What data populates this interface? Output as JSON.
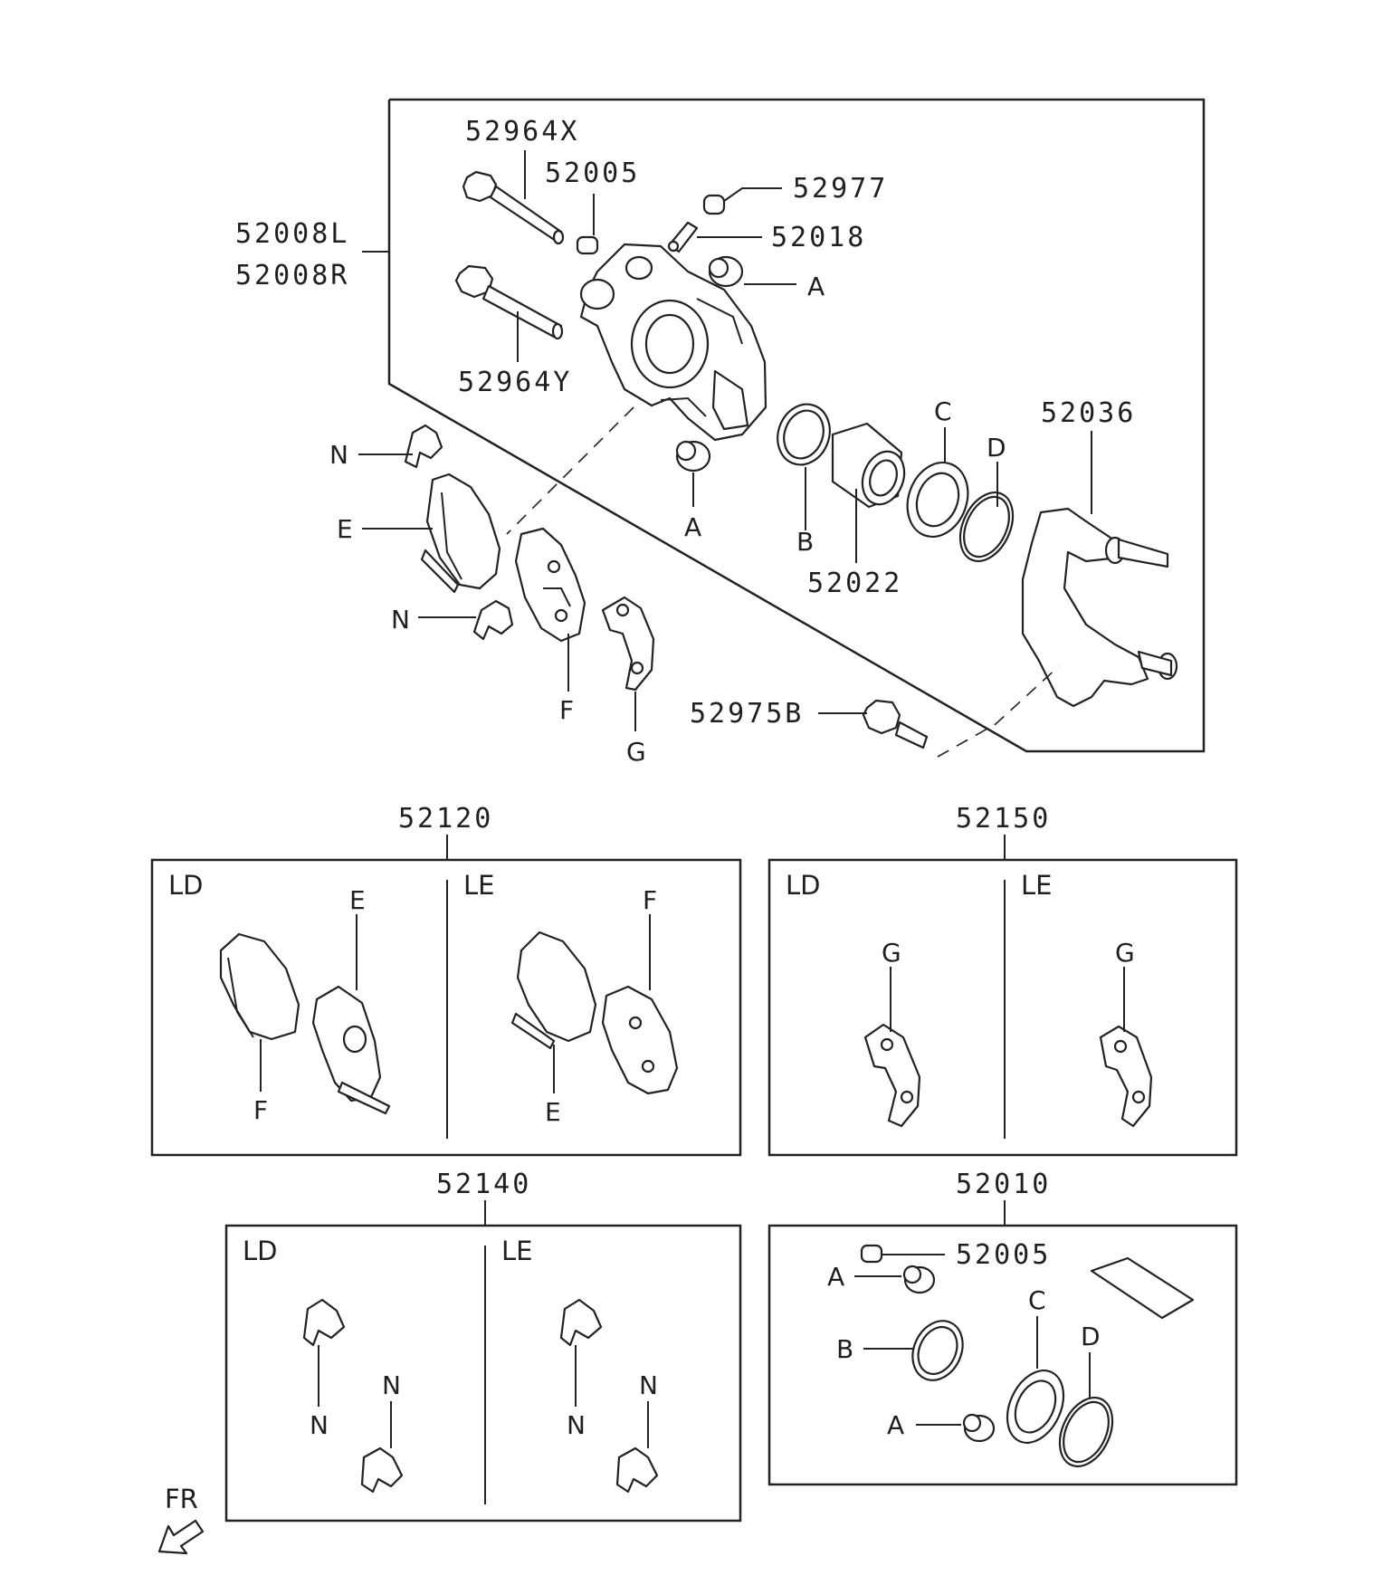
{
  "main_assembly": {
    "labels": {
      "p52964x": "52964X",
      "p52005": "52005",
      "p52977": "52977",
      "p52018": "52018",
      "p52008l": "52008L",
      "p52008r": "52008R",
      "p52964y": "52964Y",
      "p52036": "52036",
      "p52022": "52022",
      "p52975b": "52975B",
      "a1": "A",
      "a2": "A",
      "b": "B",
      "c": "C",
      "d": "D",
      "e": "E",
      "f": "F",
      "g": "G",
      "n1": "N",
      "n2": "N"
    }
  },
  "kit_52120": {
    "number": "52120",
    "left_header": "LD",
    "right_header": "LE",
    "l_tag1": "E",
    "l_tag2": "F",
    "r_tag1": "F",
    "r_tag2": "E"
  },
  "kit_52150": {
    "number": "52150",
    "left_header": "LD",
    "right_header": "LE",
    "l_tag": "G",
    "r_tag": "G"
  },
  "kit_52140": {
    "number": "52140",
    "left_header": "LD",
    "right_header": "LE",
    "l_tag1": "N",
    "l_tag2": "N",
    "r_tag1": "N",
    "r_tag2": "N"
  },
  "kit_52010": {
    "number": "52010",
    "p52005": "52005",
    "a1": "A",
    "b": "B",
    "c": "C",
    "d": "D",
    "a2": "A"
  },
  "direction": {
    "label": "FR"
  }
}
